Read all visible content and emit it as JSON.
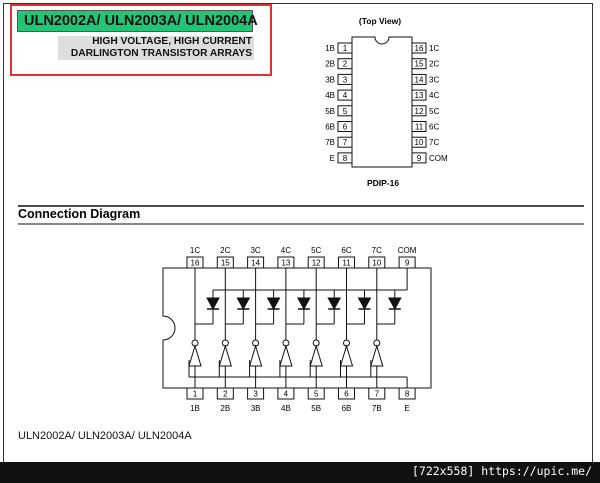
{
  "title": {
    "main": "ULN2002A/ ULN2003A/ ULN2004A",
    "sub_line1": "HIGH VOLTAGE, HIGH CURRENT",
    "sub_line2": "DARLINGTON TRANSISTOR ARRAYS"
  },
  "package": {
    "view_label": "(Top View)",
    "name": "PDIP-16",
    "left_pins": [
      {
        "label": "1B",
        "num": "1"
      },
      {
        "label": "2B",
        "num": "2"
      },
      {
        "label": "3B",
        "num": "3"
      },
      {
        "label": "4B",
        "num": "4"
      },
      {
        "label": "5B",
        "num": "5"
      },
      {
        "label": "6B",
        "num": "6"
      },
      {
        "label": "7B",
        "num": "7"
      },
      {
        "label": "E",
        "num": "8"
      }
    ],
    "right_pins": [
      {
        "label": "1C",
        "num": "16"
      },
      {
        "label": "2C",
        "num": "15"
      },
      {
        "label": "3C",
        "num": "14"
      },
      {
        "label": "4C",
        "num": "13"
      },
      {
        "label": "5C",
        "num": "12"
      },
      {
        "label": "6C",
        "num": "11"
      },
      {
        "label": "7C",
        "num": "10"
      },
      {
        "label": "COM",
        "num": "9"
      }
    ]
  },
  "connection": {
    "heading": "Connection Diagram",
    "top_pins": [
      {
        "label": "1C",
        "num": "16"
      },
      {
        "label": "2C",
        "num": "15"
      },
      {
        "label": "3C",
        "num": "14"
      },
      {
        "label": "4C",
        "num": "13"
      },
      {
        "label": "5C",
        "num": "12"
      },
      {
        "label": "6C",
        "num": "11"
      },
      {
        "label": "7C",
        "num": "10"
      },
      {
        "label": "COM",
        "num": "9"
      }
    ],
    "bottom_pins": [
      {
        "label": "1B",
        "num": "1"
      },
      {
        "label": "2B",
        "num": "2"
      },
      {
        "label": "3B",
        "num": "3"
      },
      {
        "label": "4B",
        "num": "4"
      },
      {
        "label": "5B",
        "num": "5"
      },
      {
        "label": "6B",
        "num": "6"
      },
      {
        "label": "7B",
        "num": "7"
      },
      {
        "label": "E",
        "num": "8"
      }
    ]
  },
  "footer": "ULN2002A/ ULN2003A/ ULN2004A",
  "watermark": "[722x558] https://upic.me/",
  "colors": {
    "title_fill": "#24c476",
    "highlight_border": "#e03030",
    "subtitle_fill": "#dedede"
  }
}
